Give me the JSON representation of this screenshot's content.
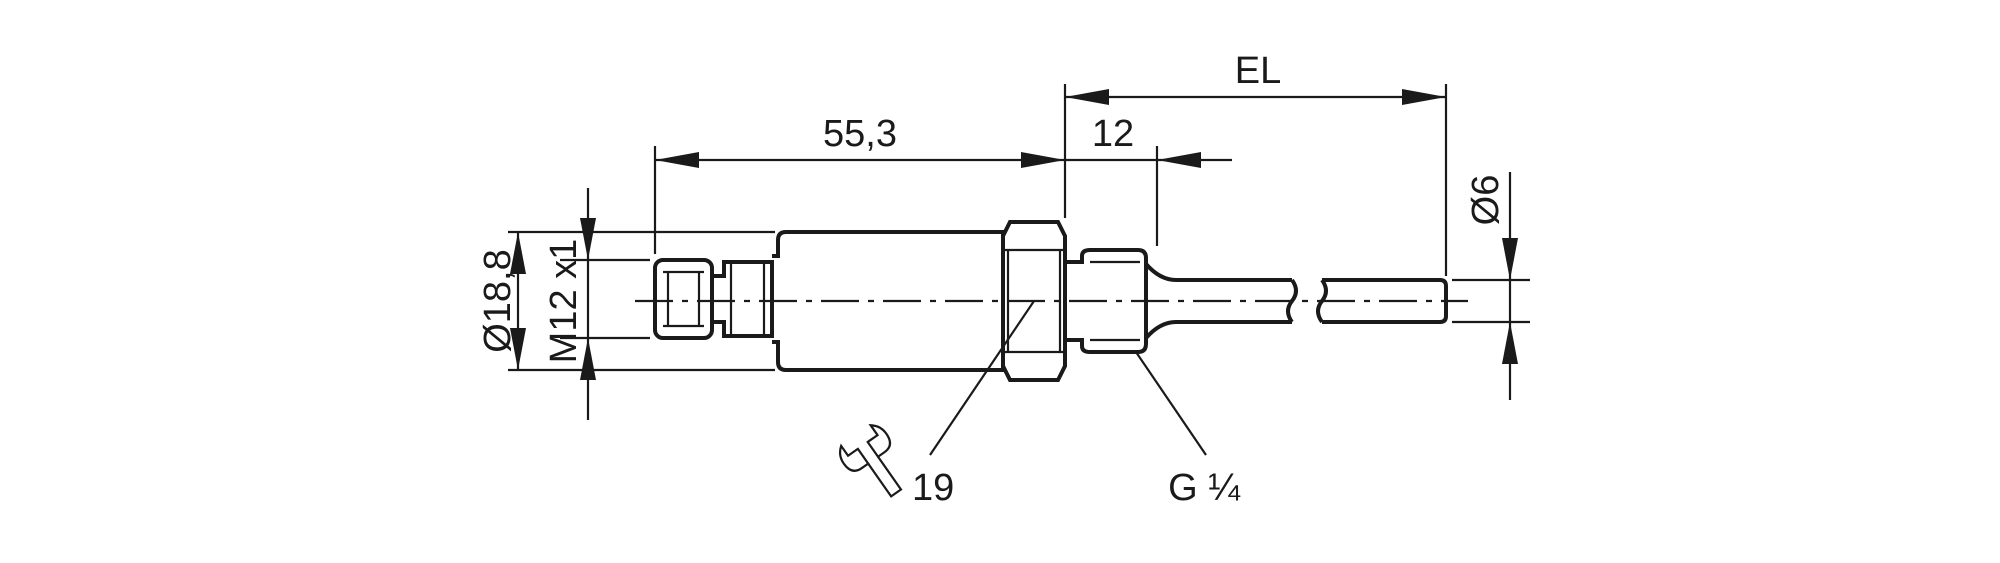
{
  "drawing": {
    "dimensions": {
      "length_body": "55,3",
      "thread_length": "12",
      "el": "EL",
      "diameter_body": "Ø18,8",
      "thread_connector": "M12 x1",
      "diameter_probe": "Ø6",
      "wrench_size": "19",
      "process_thread": "G ¼"
    },
    "icons": [
      "wrench-icon"
    ],
    "colors": {
      "line": "#1a1a1a",
      "background": "#ffffff"
    }
  }
}
